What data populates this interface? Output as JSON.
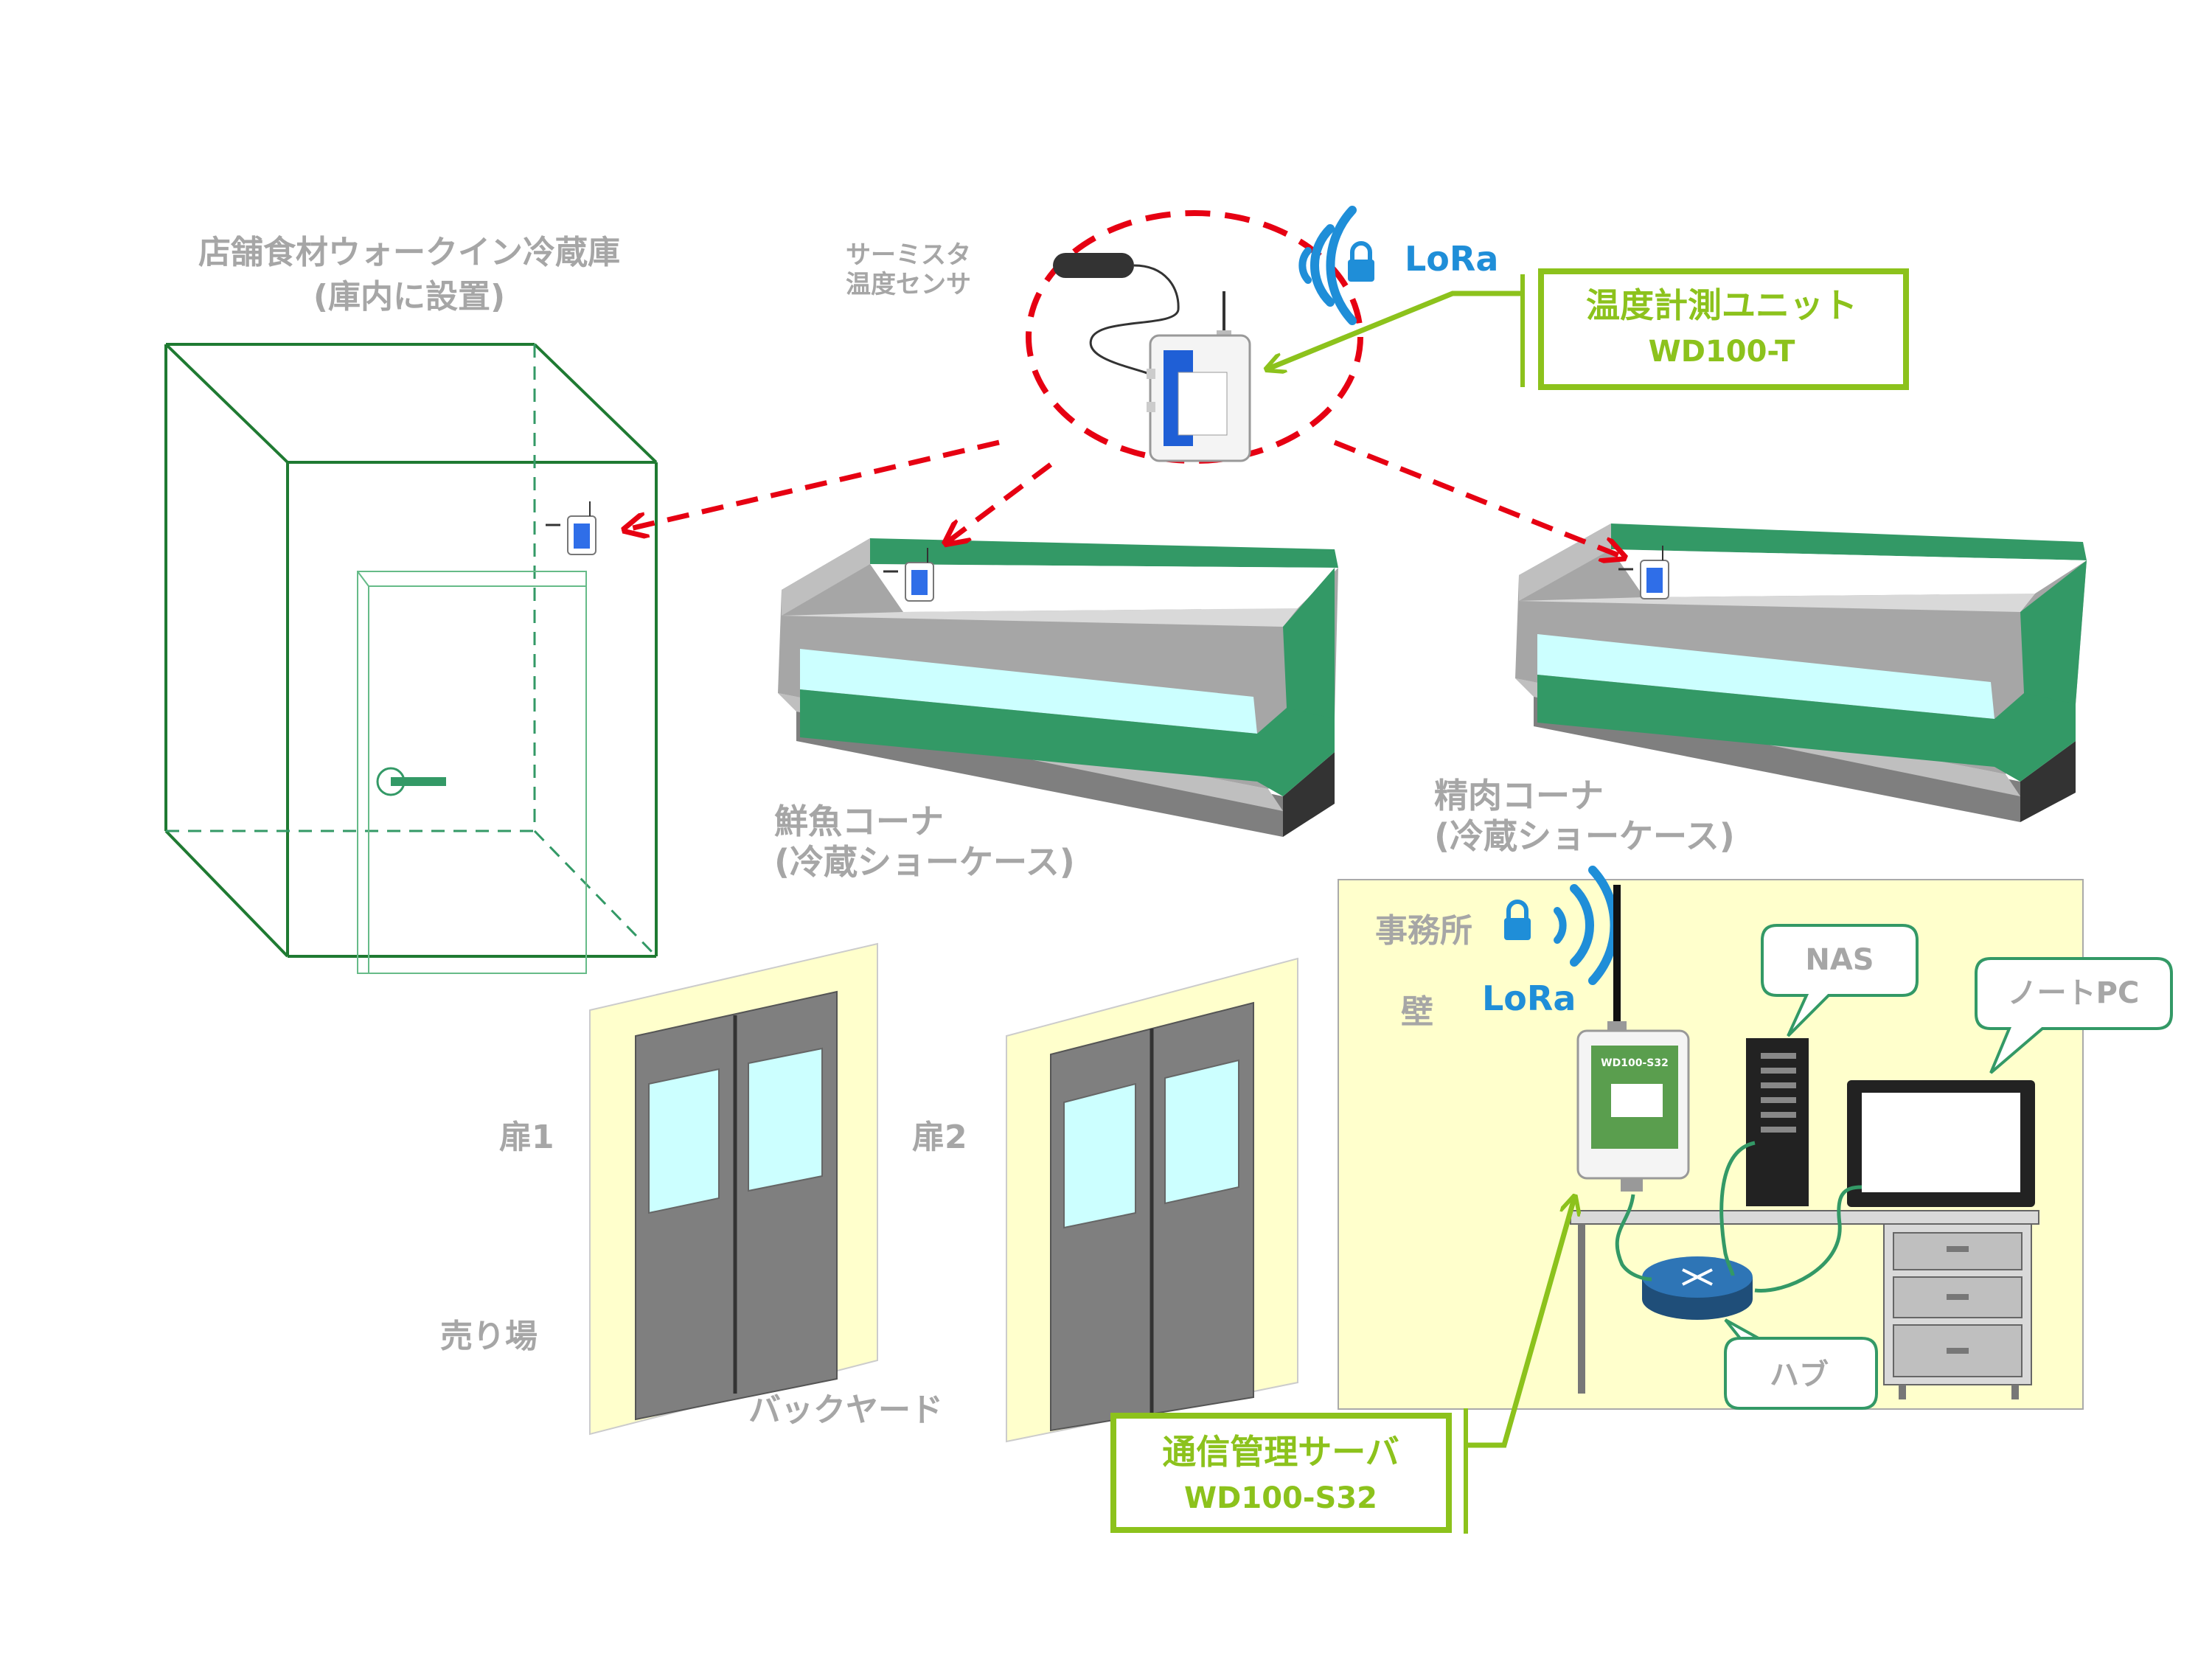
{
  "labels": {
    "walkin_title": "店舗食材ウォークイン冷蔵庫",
    "walkin_sub": "(庫内に設置)",
    "thermistor_line1": "サーミスタ",
    "thermistor_line2": "温度センサ",
    "fish_title": "鮮魚コーナ",
    "fish_sub": "(冷蔵ショーケース)",
    "meat_title": "精肉コーナ",
    "meat_sub": "(冷蔵ショーケース)",
    "door1": "扉1",
    "door2": "扉2",
    "sales_floor": "売り場",
    "backyard": "バックヤード",
    "office_line1": "事務所",
    "office_line2": "壁"
  },
  "lora": {
    "top": "LoRa",
    "office": "LoRa"
  },
  "callouts": {
    "unit_name": "温度計測ユニット",
    "unit_model": "WD100-T",
    "server_name": "通信管理サーバ",
    "server_model": "WD100-S32"
  },
  "bubbles": {
    "nas": "NAS",
    "pc": "ノートPC",
    "hub": "ハブ"
  },
  "device_marks": {
    "server_brand": "WD100-S32"
  },
  "colors": {
    "accent_green": "#8cc21c",
    "case_green": "#339966",
    "dashed_red": "#e60012",
    "lora_blue": "#1f8ed8",
    "office_bg": "#ffffcc",
    "bubble_stroke": "#339966"
  }
}
